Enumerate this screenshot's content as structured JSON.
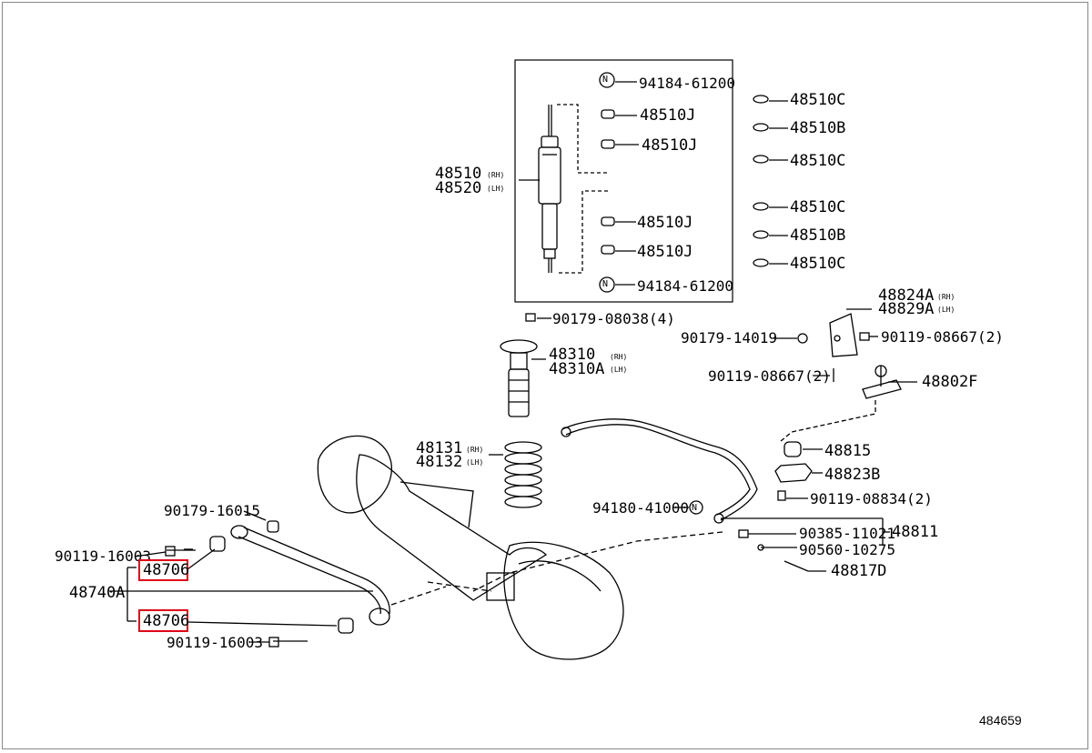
{
  "colors": {
    "line": "#000000",
    "highlight": "#e0001b"
  },
  "labels": {
    "p94184_top": "94184-61200",
    "p48510J_1": "48510J",
    "p48510J_2": "48510J",
    "p48510J_3": "48510J",
    "p48510J_4": "48510J",
    "p94184_bot": "94184-61200",
    "p48510C_1": "48510C",
    "p48510B_1": "48510B",
    "p48510C_2": "48510C",
    "p48510C_3": "48510C",
    "p48510B_2": "48510B",
    "p48510C_4": "48510C",
    "p48510": "48510",
    "p48520": "48520",
    "p90179_08038": "90179-08038(4)",
    "p48310": "48310",
    "p48310A": "48310A",
    "p48824A": "48824A",
    "p48829A": "48829A",
    "p90179_14019": "90179-14019",
    "p90119_08667_a": "90119-08667(2)",
    "p90119_08667_b": "90119-08667(2)",
    "p48802F": "48802F",
    "p48131": "48131",
    "p48132": "48132",
    "p48815": "48815",
    "p48823B": "48823B",
    "p90179_16015": "90179-16015",
    "p90119_08834": "90119-08834(2)",
    "p94180_41000": "94180-41000",
    "p90385_11021": "90385-11021",
    "p48811": "48811",
    "p90119_16003_a": "90119-16003",
    "p90560_10275": "90560-10275",
    "p48706_a": "48706",
    "p48817D": "48817D",
    "p48740A": "48740A",
    "p48706_b": "48706",
    "p90119_16003_b": "90119-16003",
    "rh": "(RH)",
    "lh": "(LH)",
    "n_symbol": "N",
    "ref_number": "484659"
  }
}
